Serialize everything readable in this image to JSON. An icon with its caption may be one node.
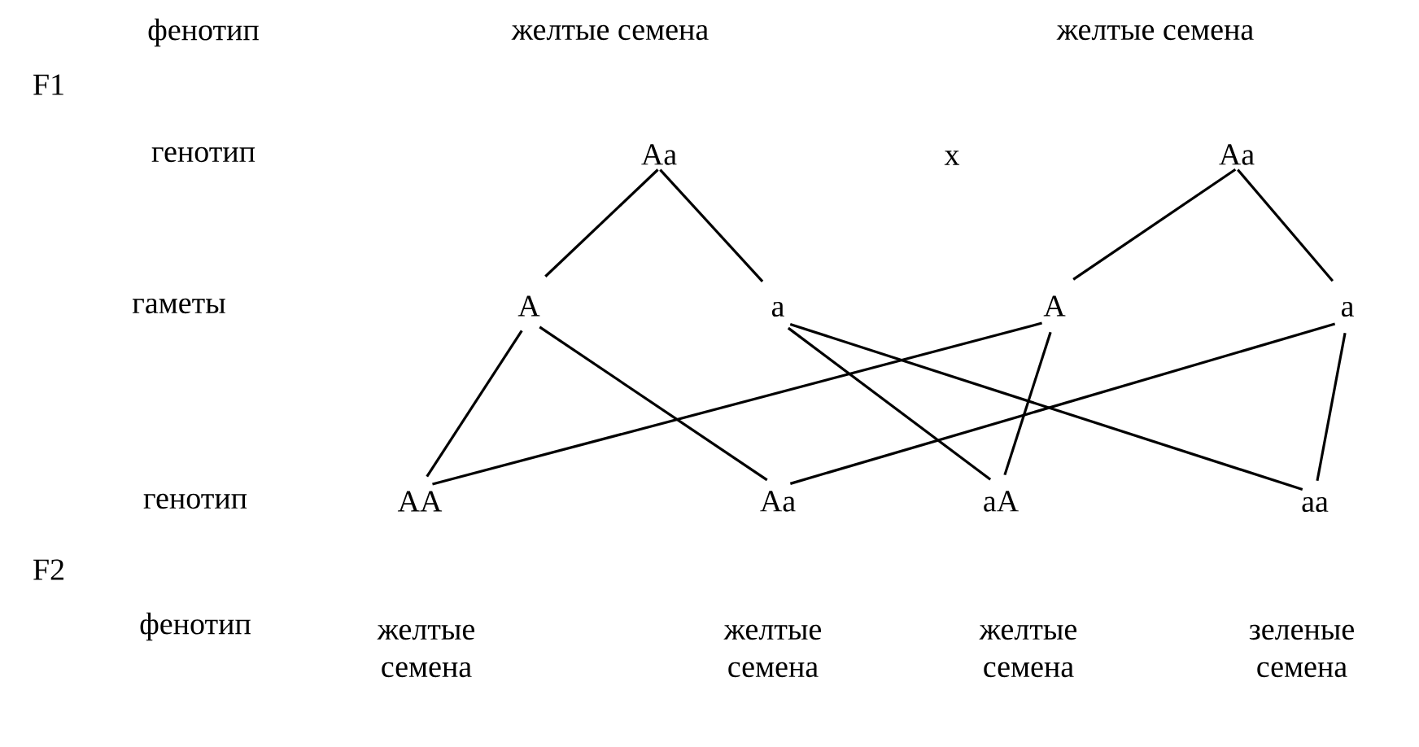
{
  "diagram": {
    "nodes": [
      {
        "text": [
          "Aa"
        ],
        "beside": [
          "желтые семена"
        ]
      },
      {
        "text": [
          "Aa"
        ],
        "beside": [
          "желтые семена"
        ]
      },
      {
        "text": [
          "A"
        ]
      },
      {
        "text": [
          "a"
        ]
      },
      {
        "text": [
          "A"
        ]
      },
      {
        "text": [
          "a"
        ]
      },
      {
        "text": [
          "AA"
        ],
        "beside": [
          "желтые семена"
        ]
      },
      {
        "text": [
          "Aa"
        ],
        "beside": [
          "желтые семена"
        ]
      },
      {
        "text": [
          "aA"
        ],
        "beside": [
          "желтые семена"
        ]
      },
      {
        "text": [
          "aa"
        ],
        "beside": [
          "зеленые семена"
        ]
      }
    ],
    "edges": [
      {
        "from": 0,
        "to": 2,
        "arrow": "none"
      },
      {
        "from": 0,
        "to": 3,
        "arrow": "none"
      },
      {
        "from": 1,
        "to": 4,
        "arrow": "none"
      },
      {
        "from": 1,
        "to": 5,
        "arrow": "none"
      },
      {
        "from": 2,
        "to": 6,
        "arrow": "none"
      },
      {
        "from": 2,
        "to": 7,
        "arrow": "none"
      },
      {
        "from": 3,
        "to": 8,
        "arrow": "none"
      },
      {
        "from": 3,
        "to": 9,
        "arrow": "none"
      },
      {
        "from": 4,
        "to": 6,
        "arrow": "none"
      },
      {
        "from": 4,
        "to": 8,
        "arrow": "none"
      },
      {
        "from": 5,
        "to": 7,
        "arrow": "none"
      },
      {
        "from": 5,
        "to": 9,
        "arrow": "none"
      }
    ],
    "labels": [
      "фенотип",
      "F1",
      "генотип",
      "x",
      "гаметы",
      "генотип",
      "F2",
      "фенотип"
    ]
  }
}
